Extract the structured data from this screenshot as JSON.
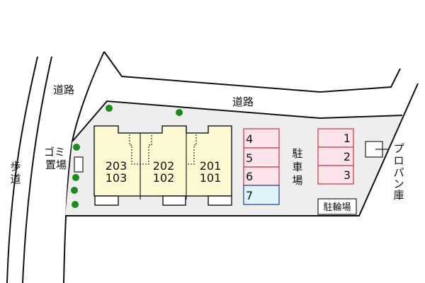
{
  "labels": {
    "road_left": "道路",
    "road_top": "道路",
    "sidewalk": [
      "歩",
      "道"
    ],
    "garbage": [
      "ゴミ",
      "置場"
    ],
    "parking": [
      "駐",
      "車",
      "場"
    ],
    "bicycle_parking": "駐輪場",
    "propane": [
      "プ",
      "ロ",
      "パ",
      "ン",
      "庫"
    ]
  },
  "units": [
    {
      "upper": "203",
      "lower": "103"
    },
    {
      "upper": "202",
      "lower": "102"
    },
    {
      "upper": "201",
      "lower": "101"
    }
  ],
  "parking_left": [
    "4",
    "5",
    "6",
    "7"
  ],
  "parking_right": [
    "1",
    "2",
    "3"
  ],
  "colors": {
    "site": "#eeeeee",
    "building": "#fbf8d2",
    "parking": "#fde3ea",
    "parking_border": "#c8344a",
    "parking_special": "#dff3fb",
    "parking_special_border": "#2a3a8a",
    "tree": "#1a8a1a"
  }
}
